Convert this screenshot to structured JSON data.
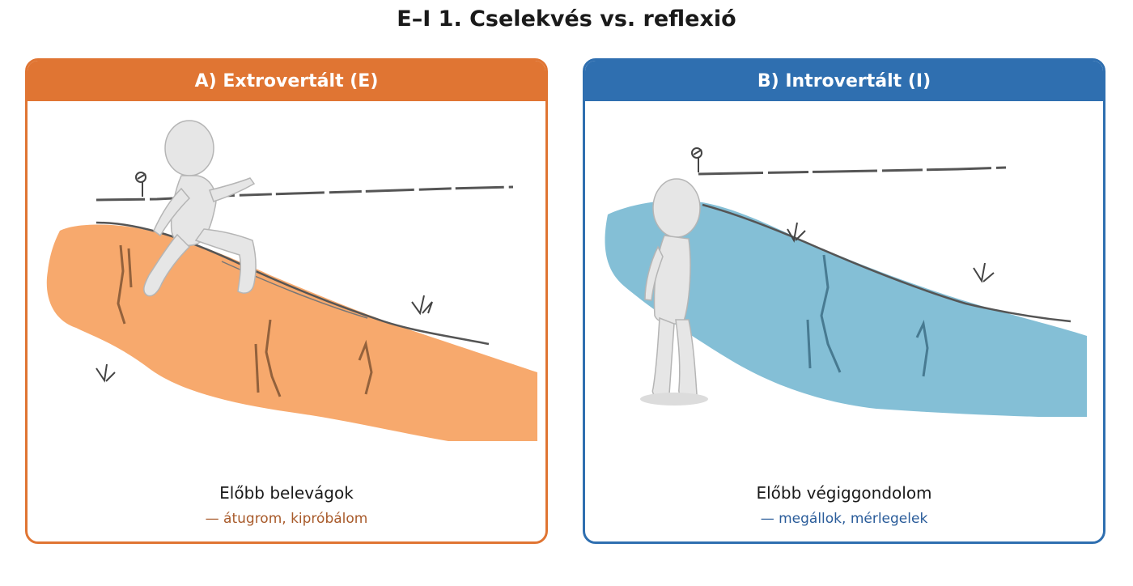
{
  "title": "E–I 1. Cselekvés vs. reflexió",
  "panels": [
    {
      "header": "A) Extrovertált (E)",
      "caption": "Előbb belevágok",
      "subcaption": "— átugrom, kipróbálom",
      "accent": "#e07533",
      "fill": "#f7a96d",
      "illustration": "figure-jumping-over-cliff"
    },
    {
      "header": "B) Introvertált (I)",
      "caption": "Előbb végiggondolom",
      "subcaption": "— megállok, mérlegelek",
      "accent": "#2f6fb0",
      "fill": "#84bfd6",
      "illustration": "figure-standing-at-cliff-edge"
    }
  ]
}
